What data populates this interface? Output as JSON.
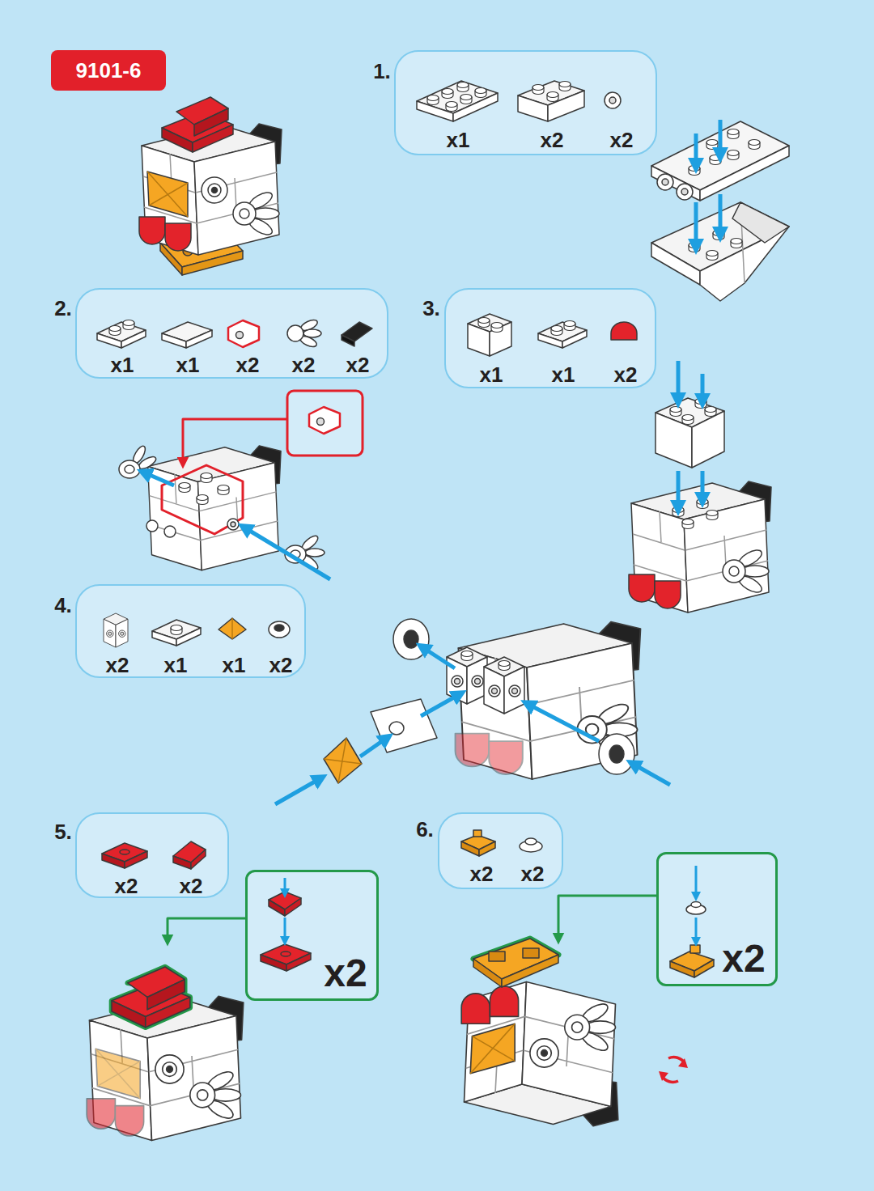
{
  "diagram": {
    "title": "9101-6",
    "nodes": [
      {
        "text": [
          "1.",
          "x1",
          "x2",
          "x2"
        ]
      },
      {
        "text": [
          "2.",
          "x1",
          "x1",
          "x2",
          "x2",
          "x2"
        ]
      },
      {
        "text": [
          "3.",
          "x1",
          "x1",
          "x2"
        ]
      },
      {
        "text": [
          "4.",
          "x2",
          "x1",
          "x1",
          "x2"
        ]
      },
      {
        "text": [
          "5.",
          "x2",
          "x2"
        ]
      },
      {
        "text": [
          "x2"
        ]
      },
      {
        "text": [
          "6.",
          "x2",
          "x2"
        ]
      },
      {
        "text": [
          "x2"
        ]
      }
    ]
  }
}
